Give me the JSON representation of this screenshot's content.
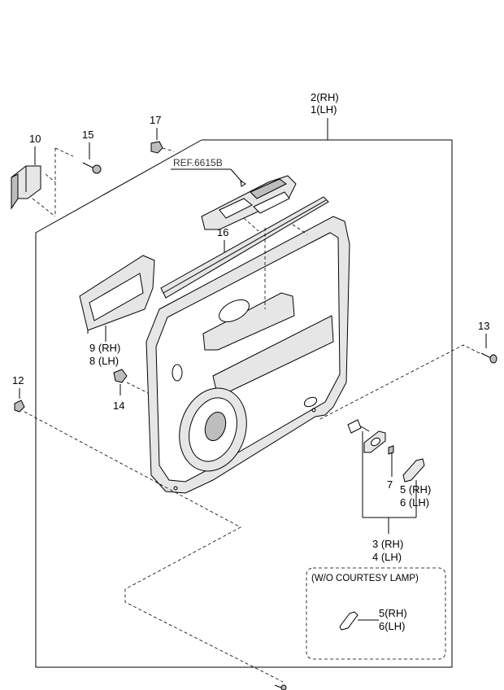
{
  "labels": {
    "p2": "2(RH)",
    "p1": "1(LH)",
    "p10": "10",
    "p15": "15",
    "p17": "17",
    "ref": "REF.6615B",
    "p16": "16",
    "p9": "9 (RH)",
    "p8": "8 (LH)",
    "p14": "14",
    "p12": "12",
    "p13": "13",
    "p7": "7",
    "p5a": "5 (RH)",
    "p6a": "6 (LH)",
    "p3": "3 (RH)",
    "p4": "4 (LH)",
    "box_title": "(W/O COURTESY LAMP)",
    "p5b": "5(RH)",
    "p6b": "6(LH)"
  }
}
